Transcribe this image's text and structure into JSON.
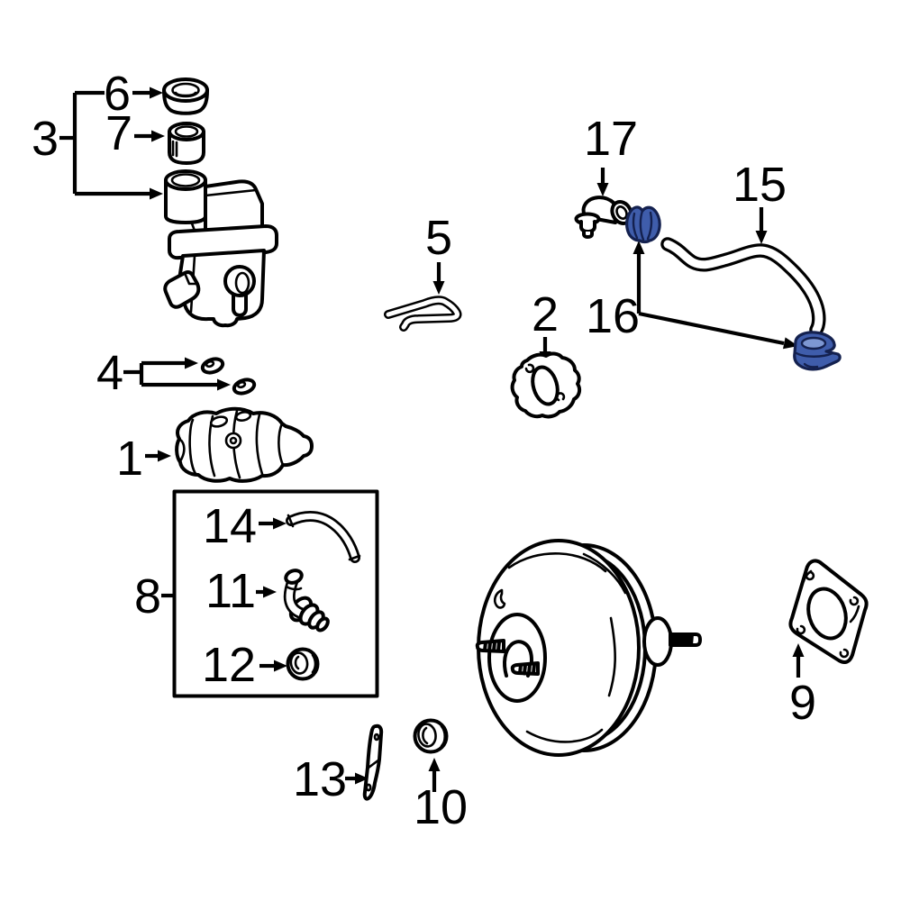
{
  "diagram": {
    "type": "exploded-parts-diagram",
    "colors": {
      "bg": "#ffffff",
      "line": "#000000",
      "hl": "#3f5dab",
      "hl-dark": "#14214f",
      "hl-light": "#7d97d2"
    },
    "highlighted_callout": "16",
    "grouped_callouts": [
      "14",
      "11",
      "12"
    ],
    "callouts": {
      "c1": "1",
      "c2": "2",
      "c3": "3",
      "c4": "4",
      "c5": "5",
      "c6": "6",
      "c7": "7",
      "c8": "8",
      "c9": "9",
      "c10": "10",
      "c11": "11",
      "c12": "12",
      "c13": "13",
      "c14": "14",
      "c15": "15",
      "c16": "16",
      "c17": "17"
    }
  }
}
